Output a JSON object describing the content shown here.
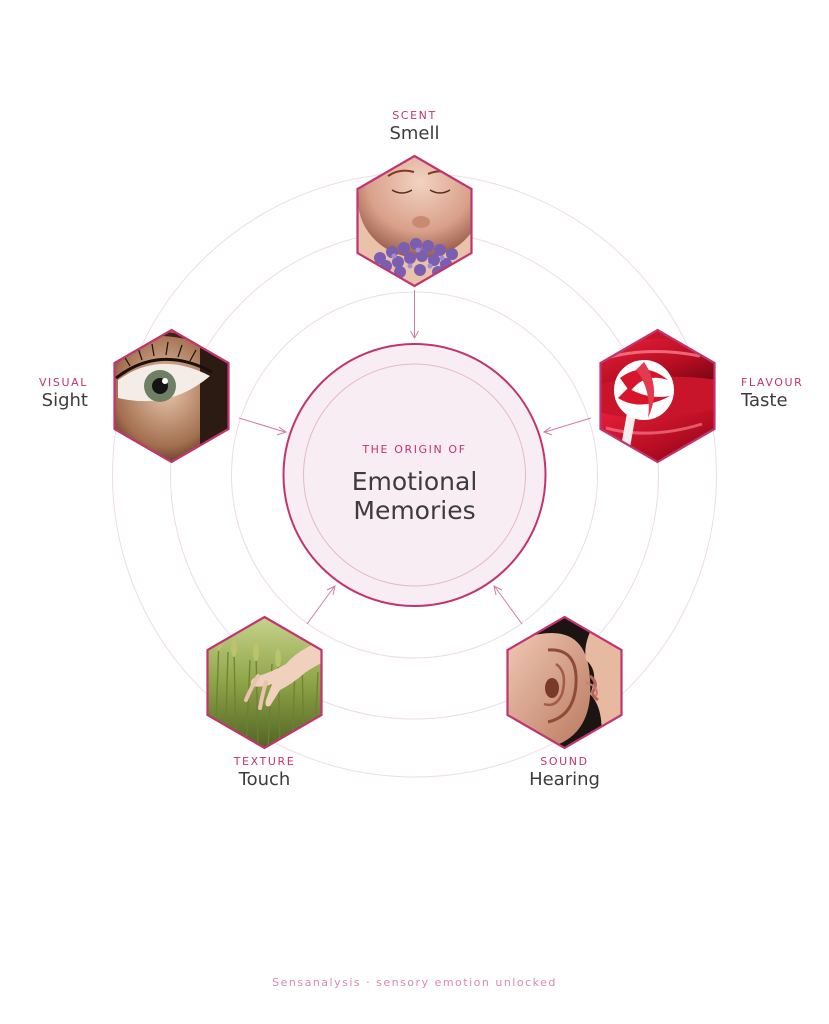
{
  "center": {
    "eyebrow": "THE ORIGIN OF",
    "title_line1": "Emotional",
    "title_line2": "Memories"
  },
  "senses": [
    {
      "key": "smell",
      "category": "SCENT",
      "name": "Smell"
    },
    {
      "key": "taste",
      "category": "FLAVOUR",
      "name": "Taste"
    },
    {
      "key": "hearing",
      "category": "SOUND",
      "name": "Hearing"
    },
    {
      "key": "touch",
      "category": "TEXTURE",
      "name": "Touch"
    },
    {
      "key": "sight",
      "category": "VISUAL",
      "name": "Sight"
    }
  ],
  "footer": "Sensanalysis · sensory emotion unlocked",
  "colors": {
    "accent": "#c2346f",
    "accent_soft": "#d47aa3",
    "center_fill": "#f8edf2",
    "ring": "#ecdde4",
    "text_dark": "#3c3c3c"
  }
}
